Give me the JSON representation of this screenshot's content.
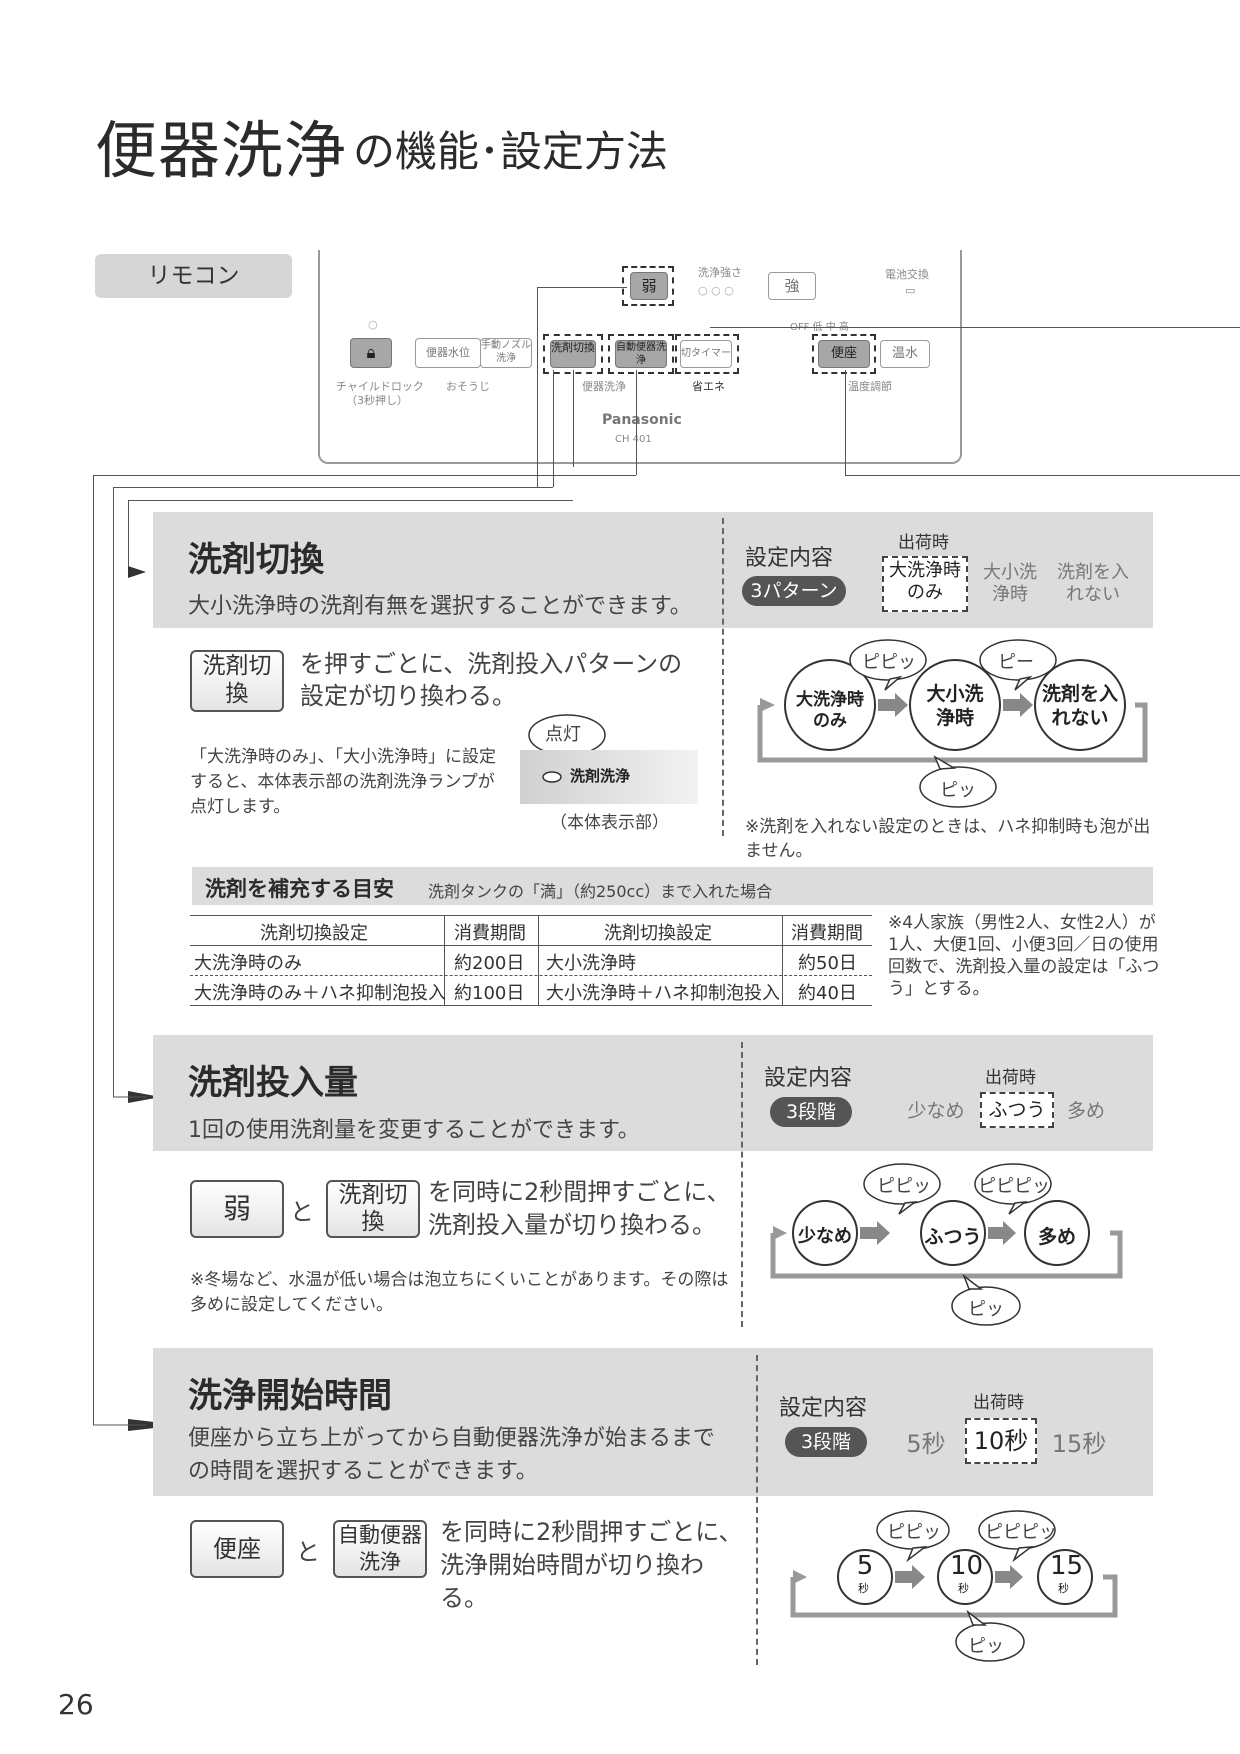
{
  "page": {
    "title_main": "便器洗浄",
    "title_sub": "の機能･設定方法",
    "page_number": "26",
    "remocon_tag": "リモコン"
  },
  "remote": {
    "weak": "弱",
    "strength_label": "洗浄強さ",
    "strong": "強",
    "battery": "電池交換",
    "bowl_level": "便器水位",
    "manual_nozzle": "手動ノズル洗浄",
    "detergent_switch": "洗剤切換",
    "auto_flush": "自動便器洗浄",
    "off_timer": "切タイマー",
    "seat": "便座",
    "water": "温水",
    "child_lock": "チャイルドロック",
    "child_lock_note": "（3秒押し）",
    "cleaning": "おそうじ",
    "toilet_wash": "便器洗浄",
    "eco": "省エネ",
    "temp": "温度調節",
    "brand": "Panasonic",
    "model": "CH 401",
    "temp_scale": "OFF 低 中 高"
  },
  "section1": {
    "title": "洗剤切換",
    "desc": "大小洗浄時の洗剤有無を選択することができます。",
    "setting_label": "設定内容",
    "pill": "3パターン",
    "ship_label": "出荷時",
    "opt1": "大洗浄時のみ",
    "opt2": "大小洗浄時",
    "opt3": "洗剤を入れない",
    "key_label": "洗剤切換",
    "instr": "を押すごとに、洗剤投入パターンの設定が切り換わる。",
    "note": "「大洗浄時のみ」、「大小洗浄時」に設定すると、本体表示部の洗剤洗浄ランプが点灯します。",
    "lit": "点灯",
    "lamp": "洗剤洗浄",
    "body_display": "（本体表示部）",
    "flow1": "大洗浄時のみ",
    "flow2": "大小洗浄時",
    "flow3": "洗剤を入れない",
    "beep1": "ピピッ",
    "beep2": "ピー",
    "beep3": "ピッ",
    "footnote": "※洗剤を入れない設定のときは、ハネ抑制時も泡が出ません。"
  },
  "refill": {
    "title": "洗剤を補充する目安",
    "subtitle": "洗剤タンクの「満」（約250cc）まで入れた場合",
    "headers": [
      "洗剤切換設定",
      "消費期間",
      "洗剤切換設定",
      "消費期間"
    ],
    "rows": [
      [
        "大洗浄時のみ",
        "約200日",
        "大小洗浄時",
        "約50日"
      ],
      [
        "大洗浄時のみ＋ハネ抑制泡投入",
        "約100日",
        "大小洗浄時＋ハネ抑制泡投入",
        "約40日"
      ]
    ],
    "note": "※4人家族（男性2人、女性2人）が1人、大便1回、小便3回／日の使用回数で、洗剤投入量の設定は「ふつう」とする。"
  },
  "section2": {
    "title": "洗剤投入量",
    "desc": "1回の使用洗剤量を変更することができます。",
    "setting_label": "設定内容",
    "pill": "3段階",
    "ship_label": "出荷時",
    "opt1": "少なめ",
    "opt2": "ふつう",
    "opt3": "多め",
    "key1": "弱",
    "and": "と",
    "key2": "洗剤切換",
    "instr": "を同時に2秒間押すごとに、洗剤投入量が切り換わる。",
    "note": "※冬場など、水温が低い場合は泡立ちにくいことがあります。その際は多めに設定してください。",
    "beep1": "ピピッ",
    "beep2": "ピピピッ",
    "beep3": "ピッ"
  },
  "section3": {
    "title": "洗浄開始時間",
    "desc": "便座から立ち上がってから自動便器洗浄が始まるまでの時間を選択することができます。",
    "setting_label": "設定内容",
    "pill": "3段階",
    "ship_label": "出荷時",
    "opt1": "5秒",
    "opt2": "10秒",
    "opt3": "15秒",
    "key1": "便座",
    "and": "と",
    "key2": "自動便器洗浄",
    "instr": "を同時に2秒間押すごとに、洗浄開始時間が切り換わる。",
    "n1": "5",
    "n2": "10",
    "n3": "15",
    "sec": "秒",
    "beep1": "ピピッ",
    "beep2": "ピピピッ",
    "beep3": "ピッ"
  }
}
